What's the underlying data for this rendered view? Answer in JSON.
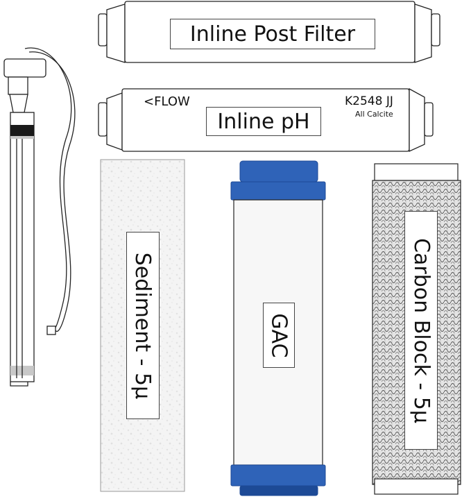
{
  "colors": {
    "outline": "#222222",
    "gac_blue": "#2f63b8",
    "gac_blue_dark": "#1d4a96",
    "sediment_fill": "#f2f2f2",
    "carbon_fill": "#cfcfcf",
    "uv_band": "#1a1a1a",
    "uv_gray": "#c8c8c8"
  },
  "post_filter": {
    "label": "Inline Post Filter"
  },
  "ph_filter": {
    "label": "Inline pH",
    "flow": "<FLOW",
    "code": "K2548 JJ",
    "material": "All Calcite"
  },
  "sediment": {
    "label": "Sediment - 5µ"
  },
  "gac": {
    "label": "GAC"
  },
  "carbon_block": {
    "label": "Carbon Block - 5µ"
  }
}
